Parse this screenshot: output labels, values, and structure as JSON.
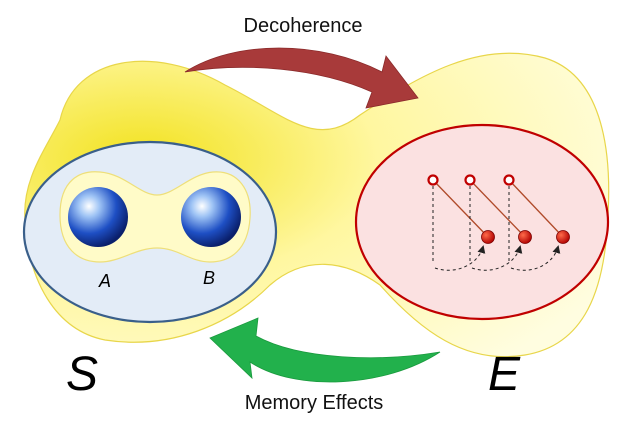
{
  "labels": {
    "top_arrow": "Decoherence",
    "bottom_arrow": "Memory Effects",
    "system": "S",
    "environment": "E",
    "qubit_a": "A",
    "qubit_b": "B"
  },
  "colors": {
    "outer_fill": "#fffcc0",
    "outer_shadow": "#f5ea3a",
    "system_fill": "#e3ecf7",
    "system_stroke": "#3a5f8a",
    "env_fill": "#fbe1e1",
    "env_stroke": "#c00000",
    "top_arrow": "#a83a3a",
    "bottom_arrow": "#22b14c",
    "pendulum": "#c00000"
  },
  "pendulum_count": 3
}
